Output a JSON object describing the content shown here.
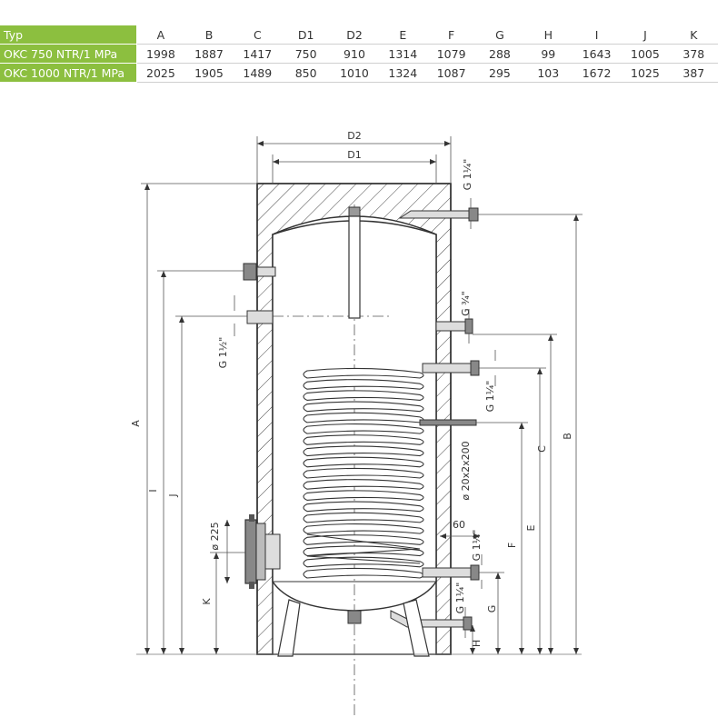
{
  "table": {
    "columns": [
      "Typ",
      "A",
      "B",
      "C",
      "D1",
      "D2",
      "E",
      "F",
      "G",
      "H",
      "I",
      "J",
      "K"
    ],
    "rows": [
      {
        "model": "OKC 750 NTR/1 MPa",
        "values": [
          "1998",
          "1887",
          "1417",
          "750",
          "910",
          "1314",
          "1079",
          "288",
          "99",
          "1643",
          "1005",
          "378"
        ]
      },
      {
        "model": "OKC 1000 NTR/1 MPa",
        "values": [
          "2025",
          "1905",
          "1489",
          "850",
          "1010",
          "1324",
          "1087",
          "295",
          "103",
          "1672",
          "1025",
          "387"
        ]
      }
    ]
  },
  "diagram": {
    "dimensions": {
      "D2": "D2",
      "D1": "D1",
      "A": "A",
      "B": "B",
      "C": "C",
      "E": "E",
      "F": "F",
      "G": "G",
      "H": "H",
      "I": "I",
      "J": "J",
      "K": "K"
    },
    "connections": {
      "top_outlet": "G 1¼\"",
      "circulation": "G ¾\"",
      "heater_port": "G 1½\"",
      "coil_inlet": "G 1¼\"",
      "coil_outlet": "G 1¼\"",
      "bottom_inlet": "G 1¼\""
    },
    "coil_tube": "ø 20x2x200",
    "flange": "ø 225",
    "coil_offset": "60"
  },
  "colors": {
    "header_green": "#8cbf3f",
    "line": "#333333",
    "dim_line": "#555555",
    "hatch": "#444444"
  }
}
